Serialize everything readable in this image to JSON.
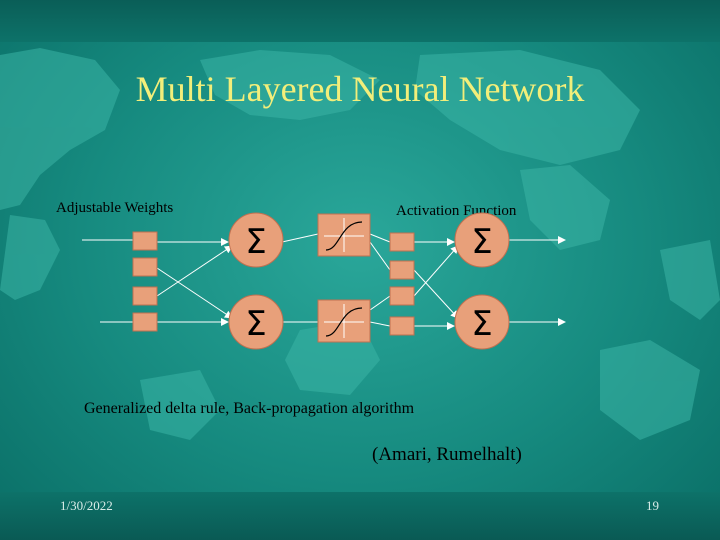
{
  "slide": {
    "title": "Multi Layered Neural Network",
    "label_weights": "Adjustable   Weights",
    "label_activation": "Activation Function",
    "label_rule": "Generalized delta rule, Back-propagation algorithm",
    "citation": "(Amari, Rumelhalt)",
    "footer_date": "1/30/2022",
    "footer_page": "19"
  },
  "diagram": {
    "layers": [
      {
        "type": "weights",
        "count": 4
      },
      {
        "type": "summation",
        "count": 2,
        "symbol": "Σ"
      },
      {
        "type": "activation",
        "count": 2,
        "shape": "sigmoid"
      },
      {
        "type": "weights",
        "count": 4
      },
      {
        "type": "summation",
        "count": 2,
        "symbol": "Σ"
      }
    ]
  },
  "colors": {
    "background": "#168a7f",
    "title": "#f2ee7a",
    "weight_box": "#e8a07a",
    "summation_node": "#e8a07a",
    "activation_box": "#e8a07a",
    "lines": "#ffffff"
  }
}
